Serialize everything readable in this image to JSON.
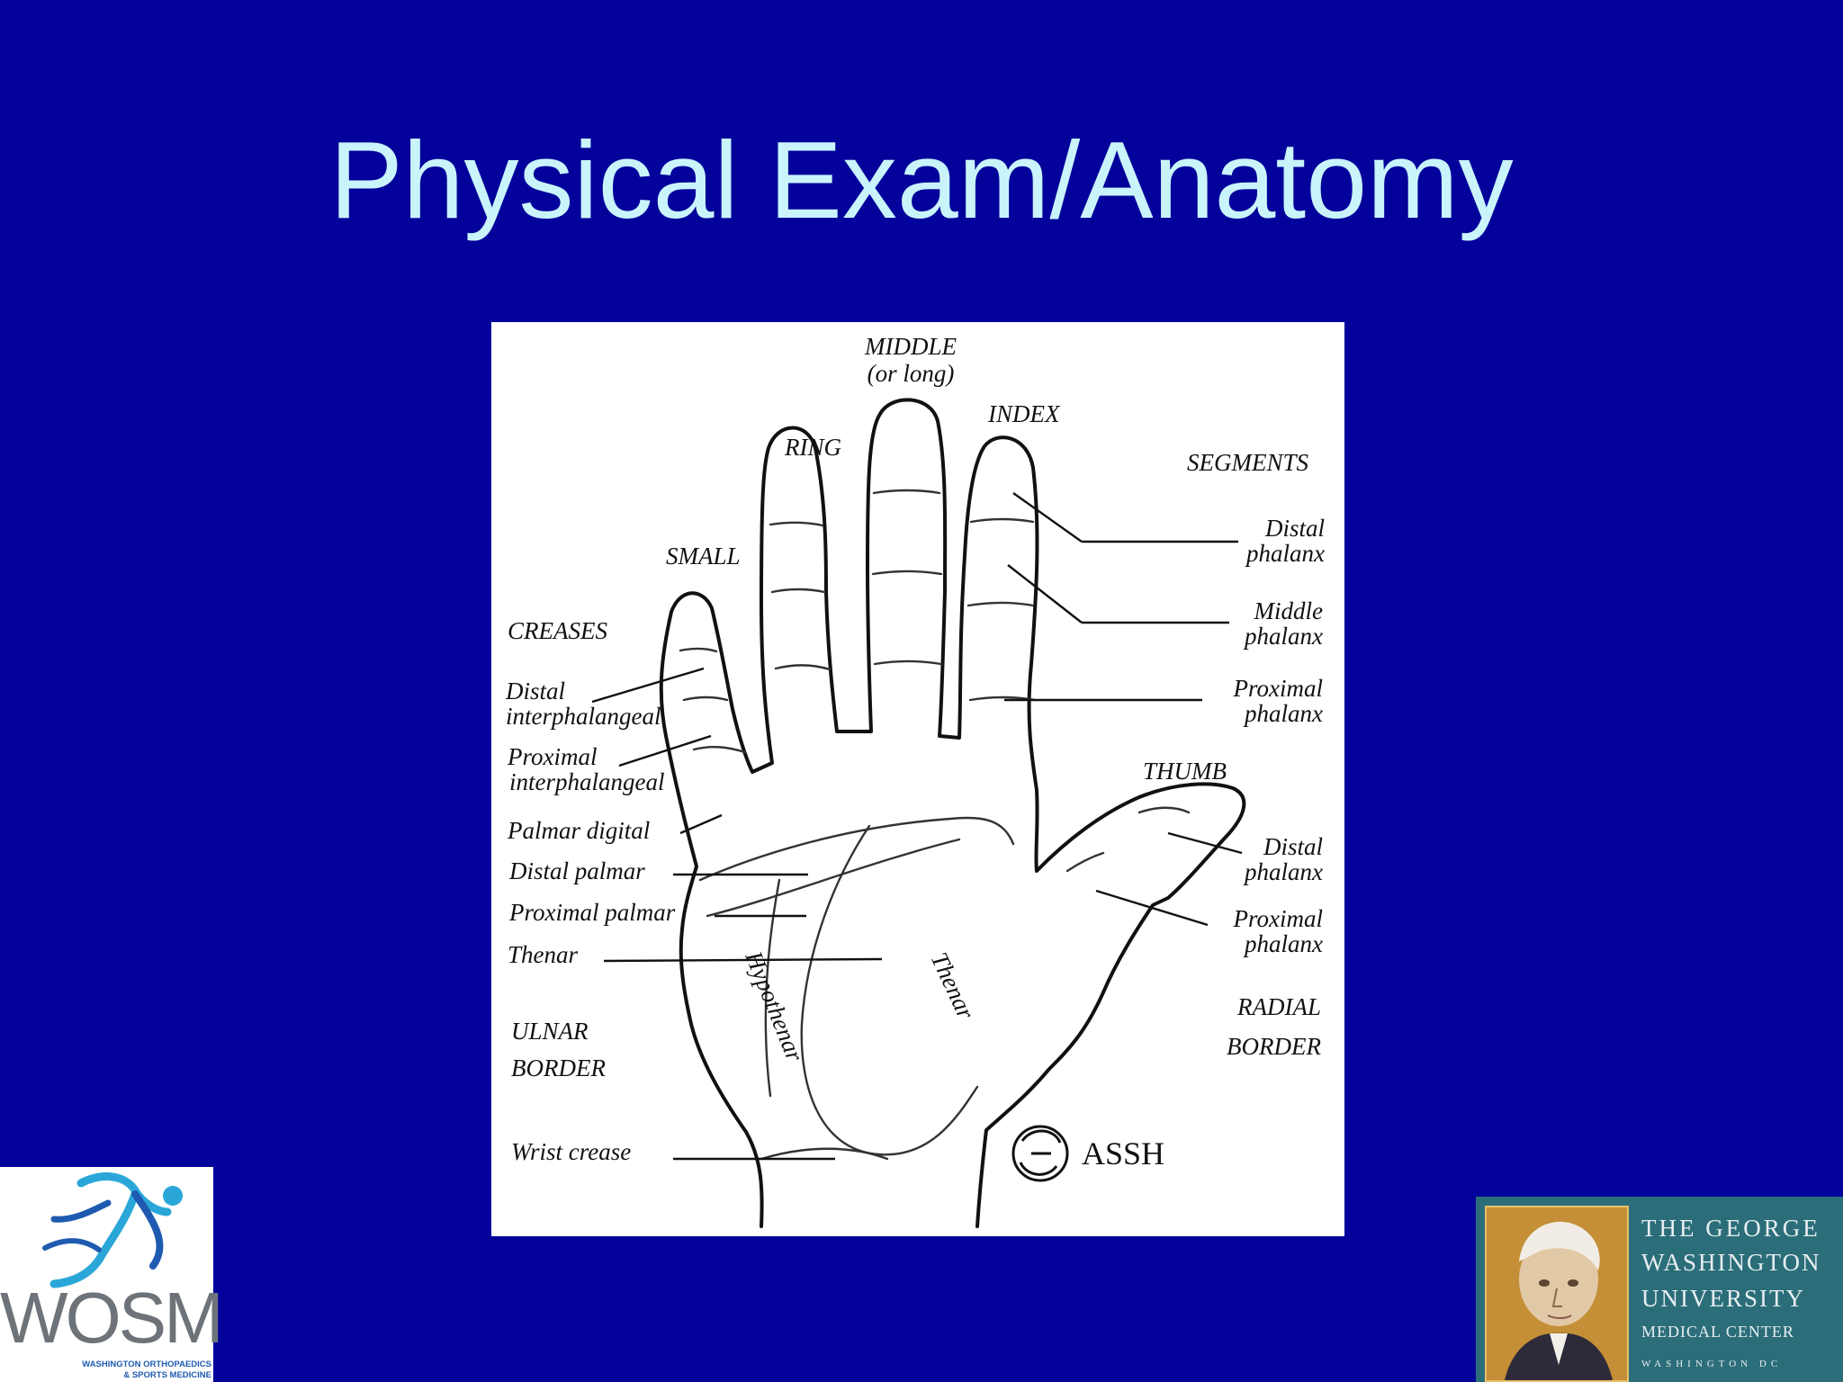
{
  "slide": {
    "title": "Physical Exam/Anatomy",
    "background": "#03039b",
    "title_color": "#c9f4fb"
  },
  "diagram": {
    "fingers": {
      "middle": "MIDDLE",
      "middle_alt": "(or long)",
      "index": "INDEX",
      "ring": "RING",
      "small": "SMALL",
      "thumb": "THUMB"
    },
    "segments": {
      "heading": "SEGMENTS",
      "distal": [
        "Distal",
        "phalanx"
      ],
      "middle": [
        "Middle",
        "phalanx"
      ],
      "proximal": [
        "Proximal",
        "phalanx"
      ],
      "thumb_distal": [
        "Distal",
        "phalanx"
      ],
      "thumb_proximal": [
        "Proximal",
        "phalanx"
      ]
    },
    "creases": {
      "heading": "CREASES",
      "distal_ip": [
        "Distal",
        "interphalangeal"
      ],
      "proximal_ip": [
        "Proximal",
        "interphalangeal"
      ],
      "palmar_digital": "Palmar digital",
      "distal_palmar": "Distal palmar",
      "proximal_palmar": "Proximal palmar",
      "thenar": "Thenar",
      "wrist": "Wrist crease"
    },
    "regions": {
      "hypothenar": "Hypothenar",
      "thenar": "Thenar"
    },
    "borders": {
      "ulnar": [
        "ULNAR",
        "BORDER"
      ],
      "radial": [
        "RADIAL",
        "BORDER"
      ]
    },
    "credit": "ASSH"
  },
  "logos": {
    "wosm": {
      "name": "WOSM",
      "line1": "WASHINGTON ORTHOPAEDICS",
      "line2": "& SPORTS MEDICINE"
    },
    "gwu": {
      "lines": [
        "THE GEORGE",
        "WASHINGTON",
        "UNIVERSITY",
        "MEDICAL CENTER",
        "WASHINGTON DC"
      ]
    }
  }
}
